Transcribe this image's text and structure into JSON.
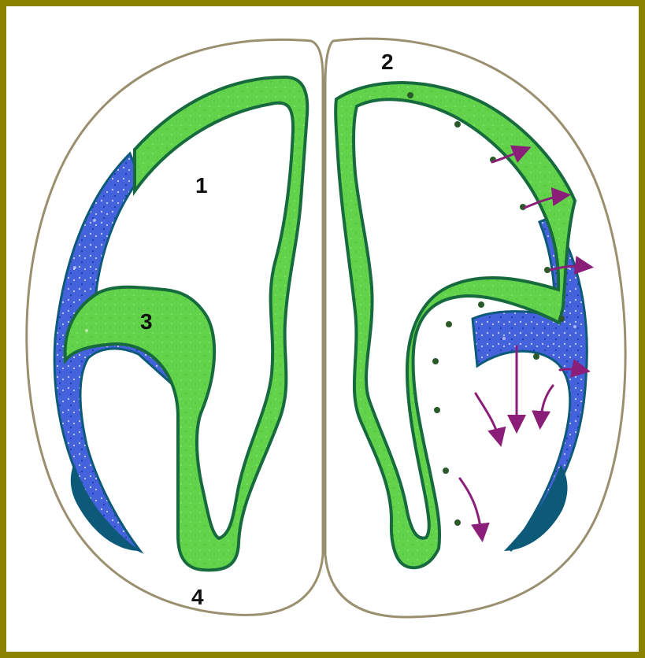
{
  "diagram": {
    "labels": {
      "one": "1",
      "two": "2",
      "three": "3",
      "four": "4"
    },
    "colors": {
      "frame": "#8B8200",
      "outer_outline": "#9A9070",
      "green_fill": "#5FCF45",
      "green_edge": "#176A3E",
      "blue_fill": "#3F5FD8",
      "blue_edge": "#0D5A78",
      "arrow": "#8B1E78",
      "dot": "#2A5A2A",
      "label": "#111111"
    }
  }
}
